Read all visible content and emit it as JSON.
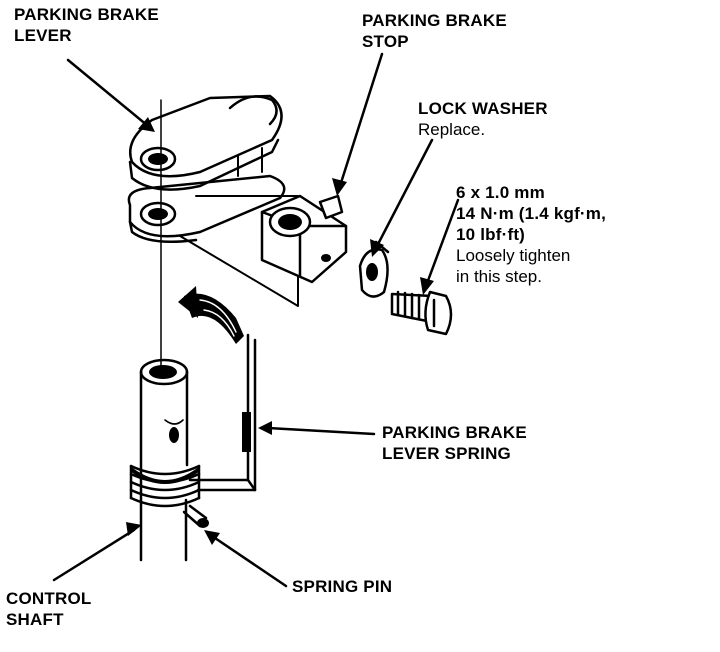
{
  "labels": {
    "parking_brake_lever": [
      "PARKING BRAKE",
      "LEVER"
    ],
    "parking_brake_stop": [
      "PARKING BRAKE",
      "STOP"
    ],
    "lock_washer": {
      "title": "LOCK WASHER",
      "note": "Replace."
    },
    "bolt_spec": {
      "bold": [
        "6 x 1.0 mm",
        "14 N·m (1.4 kgf·m,",
        "10 lbf·ft)"
      ],
      "note": [
        "Loosely tighten",
        "in this step."
      ]
    },
    "parking_brake_lever_spring": [
      "PARKING BRAKE",
      "LEVER SPRING"
    ],
    "control_shaft": [
      "CONTROL",
      "SHAFT"
    ],
    "spring_pin": "SPRING PIN"
  },
  "colors": {
    "ink": "#000000",
    "paper": "#ffffff"
  }
}
